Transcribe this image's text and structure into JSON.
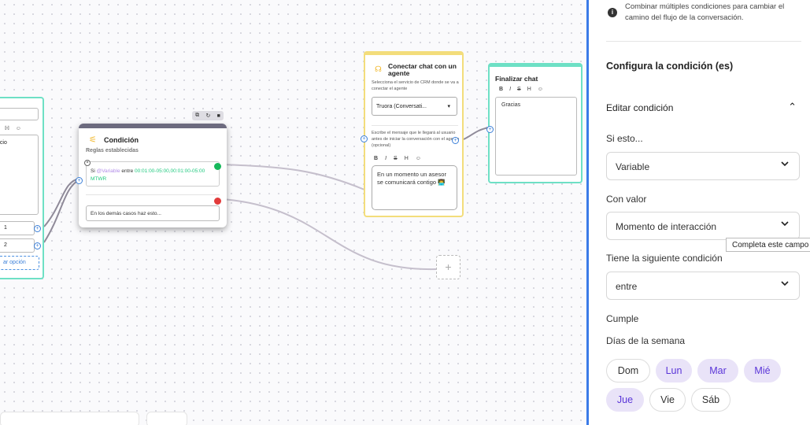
{
  "canvas": {
    "left_node": {
      "text": "pcio",
      "option1": "1",
      "option2": "2",
      "add_option": "ar opción"
    },
    "node_toolbar": {
      "copy_icon": "copy-icon",
      "refresh_icon": "refresh-icon",
      "trash_icon": "trash-icon"
    },
    "condition_node": {
      "title": "Condición",
      "subtitle": "Reglas establecidas",
      "rule": {
        "prefix": "Si ",
        "variable": "@Variable",
        "middle": " entre ",
        "range": "00:01:00-05:00,00:01:00-05:00",
        "days": "MTWR"
      },
      "else_text": "En los demás casos haz esto..."
    },
    "crm_node": {
      "title": "Conectar chat con un agente",
      "description": "Selecciona el servicio de CRM donde se va a conectar el agente",
      "select_value": "Truora (Conversati...",
      "message_description": "Escribe el mensaje que le llegará al usuario antes de iniciar la conversación con el agente (opcional)",
      "toolbar": [
        "B",
        "I",
        "S",
        "H",
        "☺"
      ],
      "message": "En un momento un asesor se comunicará contigo 👨‍💻"
    },
    "end_node": {
      "title": "Finalizar chat",
      "toolbar": [
        "B",
        "I",
        "S",
        "H",
        "☺"
      ],
      "message": "Gracias"
    },
    "add_node": "+"
  },
  "panel": {
    "info_text": "Combinar múltiples condiciones para cambiar el camino del flujo de la conversación.",
    "heading": "Configura la condición (es)",
    "edit_condition": "Editar condición",
    "if_label": "Si esto...",
    "if_value": "Variable",
    "with_value_label": "Con valor",
    "with_value": "Momento de interacción",
    "tooltip": "Completa este campo",
    "condition_label": "Tiene la siguiente condición",
    "condition_value": "entre",
    "meets_label": "Cumple",
    "days_label": "Días de la semana",
    "days": [
      {
        "label": "Dom",
        "selected": false
      },
      {
        "label": "Lun",
        "selected": true
      },
      {
        "label": "Mar",
        "selected": true
      },
      {
        "label": "Mié",
        "selected": true
      },
      {
        "label": "Jue",
        "selected": true
      },
      {
        "label": "Vie",
        "selected": false
      },
      {
        "label": "Sáb",
        "selected": false
      }
    ]
  },
  "colors": {
    "accent_blue": "#3b7be8",
    "selected_day_bg": "#e9e3f8",
    "selected_day_text": "#5a35d8",
    "condition_green": "#20c97f",
    "node_teal": "#6ee0c5",
    "node_yellow": "#f3dd7b"
  }
}
